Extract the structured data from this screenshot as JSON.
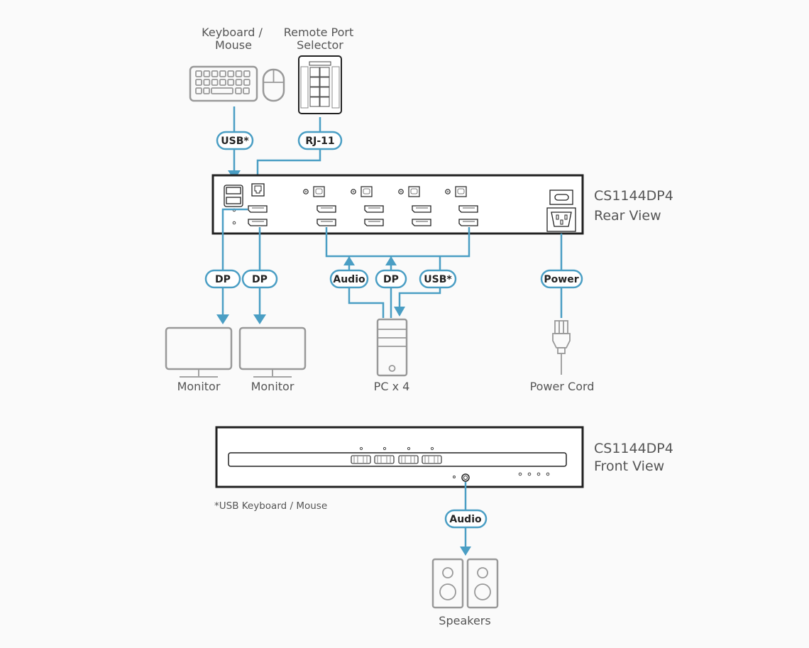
{
  "devices": {
    "keyboard_mouse": "Keyboard / Mouse",
    "keyboard_mouse_lines": [
      "Keyboard /",
      "Mouse"
    ],
    "remote_port_selector_lines": [
      "Remote Port",
      "Selector"
    ],
    "monitor_1": "Monitor",
    "monitor_2": "Monitor",
    "pc": "PC x 4",
    "power_cord": "Power Cord",
    "speakers": "Speakers"
  },
  "rear_view": {
    "model": "CS1144DP4",
    "view": "Rear View"
  },
  "front_view": {
    "model": "CS1144DP4",
    "view": "Front View"
  },
  "connections": {
    "keyboard_usb": "USB*",
    "remote_rj11": "RJ-11",
    "monitor_dp_1": "DP",
    "monitor_dp_2": "DP",
    "pc_audio": "Audio",
    "pc_dp": "DP",
    "pc_usb": "USB*",
    "power": "Power",
    "speaker_audio": "Audio"
  },
  "footnote": "*USB Keyboard / Mouse",
  "colors": {
    "cable": "#4a9ec4",
    "device_outline": "#999999",
    "panel_outline": "#222222"
  }
}
